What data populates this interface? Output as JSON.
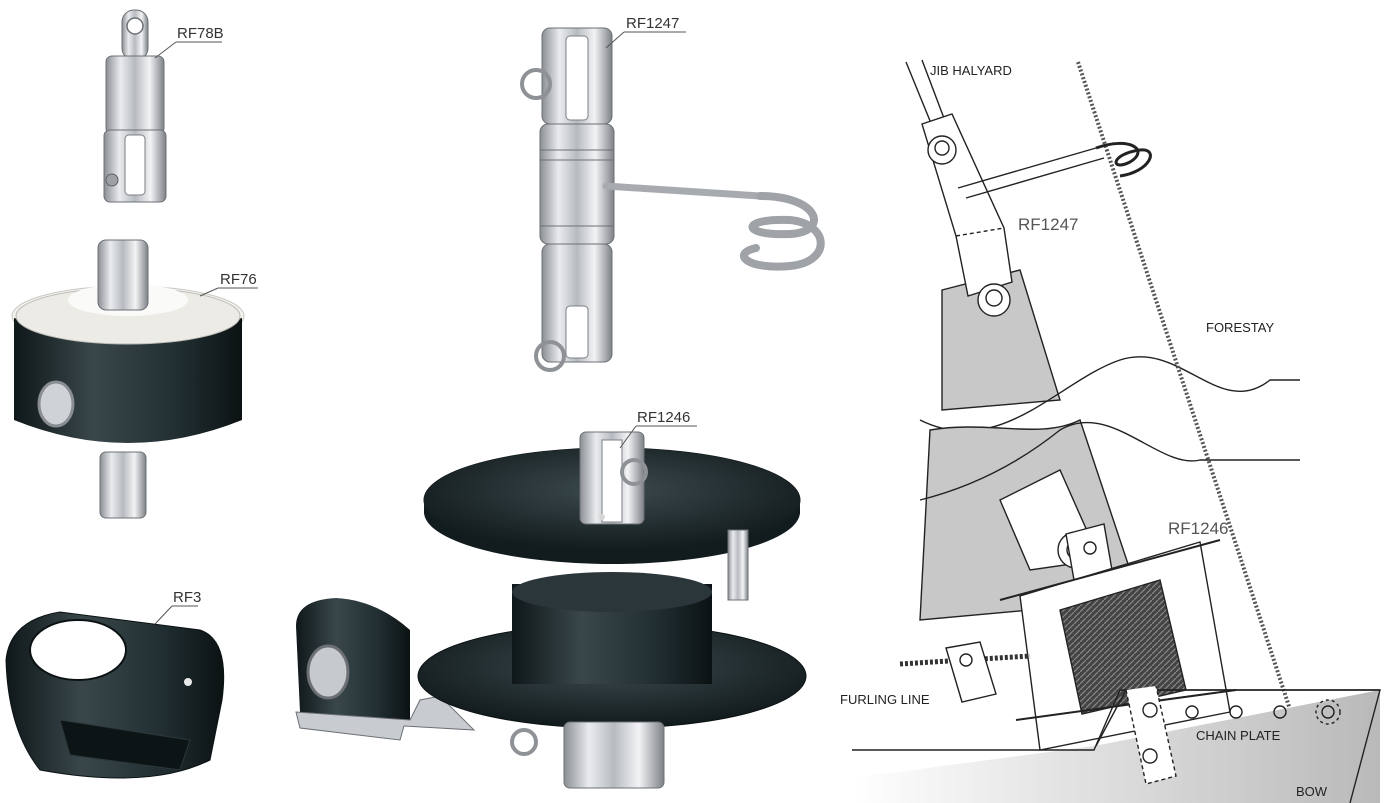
{
  "products": {
    "rf78b": "RF78B",
    "rf76": "RF76",
    "rf3": "RF3",
    "rf1247": "RF1247",
    "rf1246": "RF1246"
  },
  "diagram": {
    "jib_halyard": "JIB HALYARD",
    "rf1247": "RF1247",
    "forestay": "FORESTAY",
    "rf1246": "RF1246",
    "furling_line": "FURLING LINE",
    "chain_plate": "CHAIN PLATE",
    "bow": "BOW"
  },
  "colors": {
    "steel": "#c9ccd0",
    "drum_black": "#1f2a2e",
    "nylon_white": "#eeeeea",
    "sail_grey": "#c8c8c8",
    "ink": "#222222"
  }
}
